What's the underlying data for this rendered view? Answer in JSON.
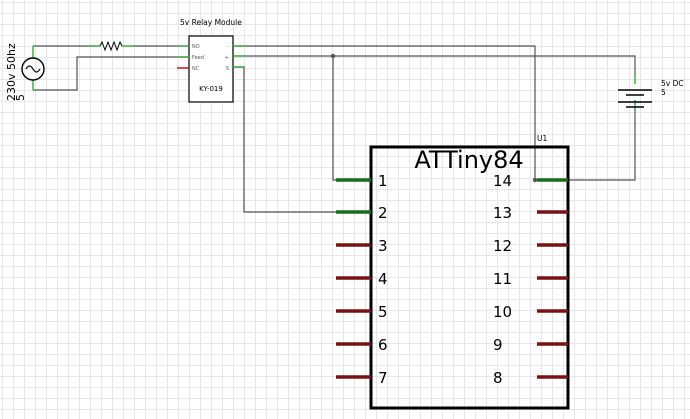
{
  "ac_source": {
    "label": "230v 50hz",
    "value": "5"
  },
  "relay": {
    "title": "5v Relay Module",
    "part": "KY-019",
    "left_pins": [
      "NO",
      "Feed",
      "NC"
    ],
    "right_pins": [
      "-",
      "+",
      "S"
    ]
  },
  "battery": {
    "label": "5v DC",
    "value": "5"
  },
  "chip": {
    "ref": "U1",
    "name": "ATTiny84",
    "left_pins": [
      "1",
      "2",
      "3",
      "4",
      "5",
      "6",
      "7"
    ],
    "right_pins": [
      "14",
      "13",
      "12",
      "11",
      "10",
      "9",
      "8"
    ],
    "left_pin_colors": [
      "#1a6b1a",
      "#1a6b1a",
      "#7a1010",
      "#7a1010",
      "#7a1010",
      "#7a1010",
      "#7a1010"
    ],
    "right_pin_colors": [
      "#1a6b1a",
      "#7a1010",
      "#7a1010",
      "#7a1010",
      "#7a1010",
      "#7a1010",
      "#7a1010"
    ]
  },
  "colors": {
    "wire": "#555555",
    "connected": "#3cb43c",
    "unconnected": "#d01010"
  }
}
